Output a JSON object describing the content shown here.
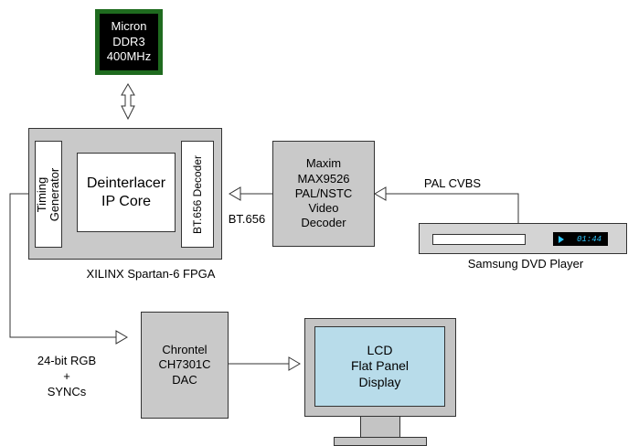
{
  "memory": {
    "text": "Micron\nDDR3\n400MHz"
  },
  "fpga": {
    "caption": "XILINX Spartan-6 FPGA",
    "timing_generator": "Timing\nGenerator",
    "deinterlacer": "Deinterlacer\nIP Core",
    "bt656_decoder": "BT.656 Decoder"
  },
  "video_decoder": {
    "text": "Maxim\nMAX9526\nPAL/NSTC\nVideo\nDecoder"
  },
  "dac": {
    "text": "Chrontel\nCH7301C\nDAC"
  },
  "lcd": {
    "text": "LCD\nFlat Panel\nDisplay"
  },
  "dvd_player": {
    "caption": "Samsung DVD Player",
    "display_time": "01:44"
  },
  "signals": {
    "bt656": "BT.656",
    "pal_cvbs": "PAL CVBS",
    "rgb": "24-bit RGB\n+\nSYNCs"
  },
  "colors": {
    "memory_chip": "#000000",
    "memory_border": "#1f6b1f",
    "box_fill": "#c9c9c9",
    "lcd_screen": "#b8dcea",
    "dvd_display_text": "#30c8ff"
  }
}
